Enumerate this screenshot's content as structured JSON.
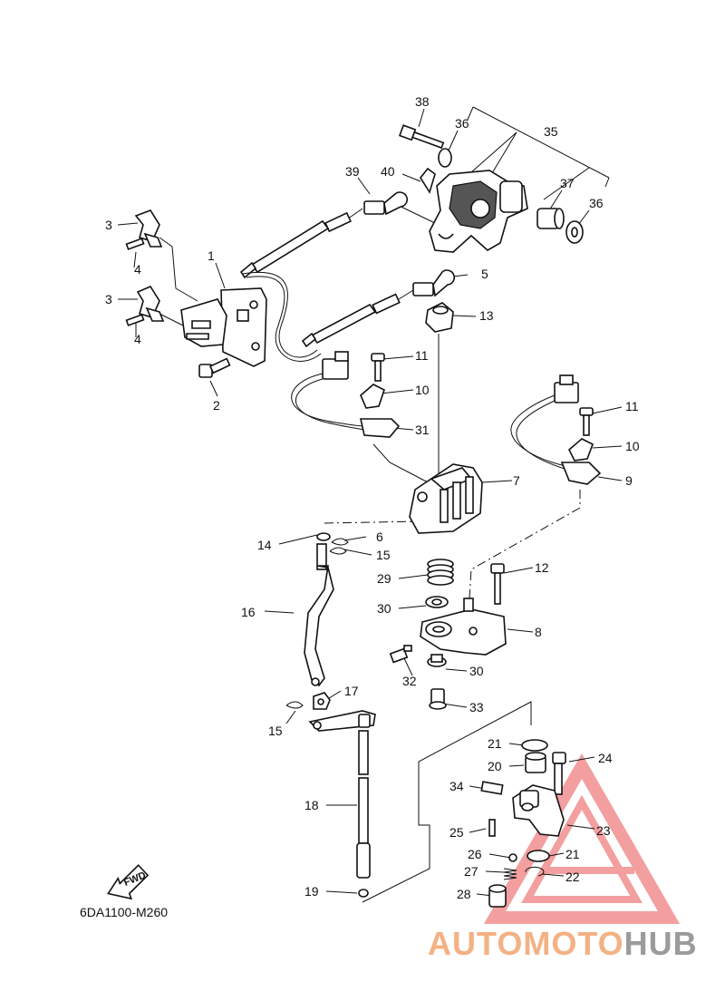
{
  "callouts": [
    "1",
    "2",
    "3",
    "4",
    "5",
    "6",
    "7",
    "8",
    "9",
    "10",
    "11",
    "12",
    "13",
    "14",
    "15",
    "16",
    "17",
    "18",
    "19",
    "20",
    "21",
    "22",
    "23",
    "24",
    "25",
    "26",
    "27",
    "28",
    "29",
    "30",
    "31",
    "32",
    "33",
    "34",
    "35",
    "36",
    "37",
    "38",
    "39",
    "40"
  ],
  "diagram_code": "6DA1100-M260",
  "fwd_label": "FWD",
  "watermark": {
    "part1": "AUTOMOTO",
    "part2": "HUB",
    "color1": "#f4b183",
    "color2": "#9b9b9b",
    "logo_color": "#f08080"
  }
}
